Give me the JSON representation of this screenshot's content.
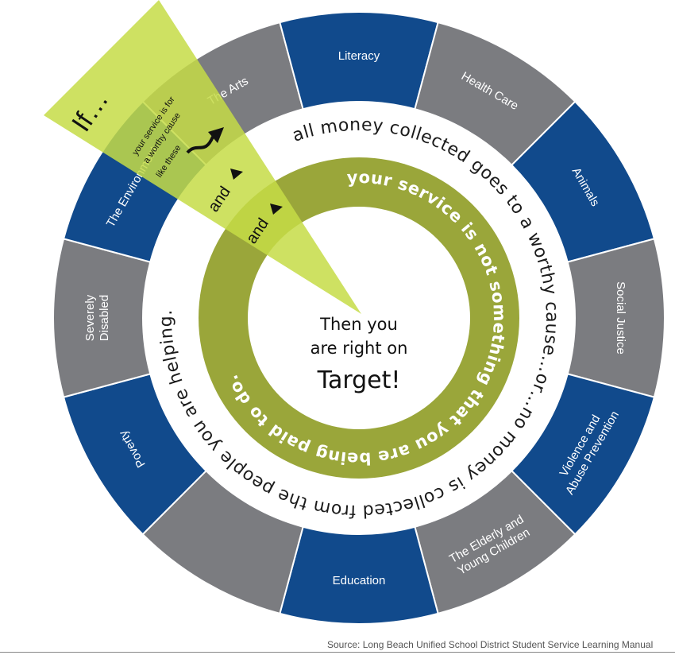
{
  "segments": [
    {
      "label": "Poverty",
      "color": "blue"
    },
    {
      "label": "Severely Disabled",
      "color": "gray"
    },
    {
      "label": "The Environment",
      "color": "blue"
    },
    {
      "label": "The Arts",
      "color": "gray"
    },
    {
      "label": "Literacy",
      "color": "blue"
    },
    {
      "label": "Health Care",
      "color": "gray"
    },
    {
      "label": "Animals",
      "color": "blue"
    },
    {
      "label": "Social Justice",
      "color": "gray"
    },
    {
      "label": "Violence and Abuse Prevention",
      "color": "blue"
    },
    {
      "label": "The Elderly and Young Children",
      "color": "gray"
    },
    {
      "label": "Education",
      "color": "blue"
    },
    {
      "label": "",
      "color": "gray"
    }
  ],
  "colors": {
    "blue": "#114a8c",
    "gray": "#7b7c80",
    "olive": "#9aa63a",
    "lime": "#c5dc46"
  },
  "white_ring_text": "all money collected goes to a worthy cause…or…no money is collected from the people you are helping.",
  "inner_ring_text": "your service is not something that you are being paid to do.",
  "center": {
    "line1": "Then you",
    "line2": "are right on",
    "line3": "Target!"
  },
  "wedge": {
    "if": "If…",
    "line1": "your service is for",
    "line2": "a worthy cause",
    "line3": "like these",
    "and1": "and",
    "and2": "and"
  },
  "source": "Source: Long Beach Unified School District Student Service Learning Manual"
}
